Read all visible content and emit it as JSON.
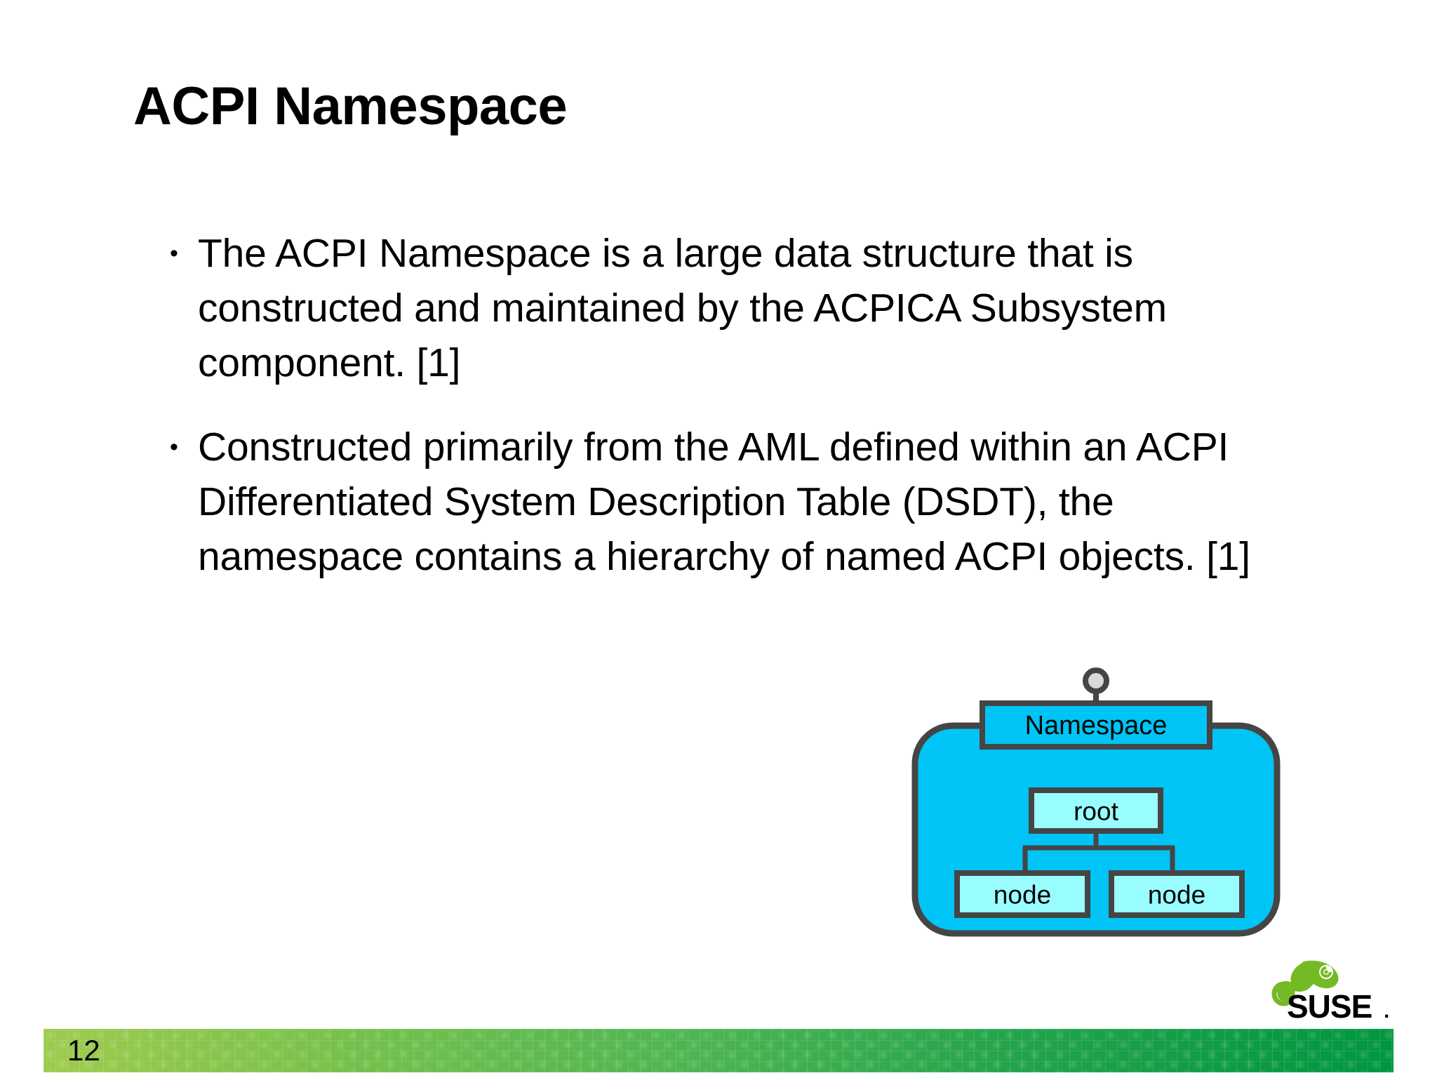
{
  "slide": {
    "title": "ACPI Namespace",
    "page_number": "12",
    "background_color": "#ffffff",
    "text_color": "#000000"
  },
  "content": {
    "bullet_marker": "•",
    "bullets": [
      {
        "text": "The ACPI Namespace is a large data structure that is constructed and maintained by the ACPICA Subsystem component. [1]"
      },
      {
        "text": "Constructed primarily from the AML defined within an ACPI Differentiated System Description Table (DSDT), the namespace contains a hierarchy of named ACPI objects. [1]"
      }
    ]
  },
  "diagram": {
    "title": "Namespace",
    "container_label": "Namespace",
    "nodes": [
      {
        "id": "root",
        "label": "root"
      },
      {
        "id": "node-left",
        "label": "node"
      },
      {
        "id": "node-right",
        "label": "node"
      }
    ],
    "colors": {
      "container_fill": "#00c4f5",
      "container_stroke": "#454545",
      "node_fill": "#99fcff",
      "node_stroke": "#454545",
      "connector_fill": "#d9d9d9",
      "connector_stroke": "#454545"
    }
  },
  "branding": {
    "logo_text": "SUSE",
    "logo_mark": "chameleon",
    "logo_suffix": ".",
    "colors": {
      "green": "#73ba25",
      "black": "#000000"
    }
  },
  "footer": {
    "gradient_from": "#9fcb4f",
    "gradient_to": "#009640",
    "page_number": "12"
  }
}
